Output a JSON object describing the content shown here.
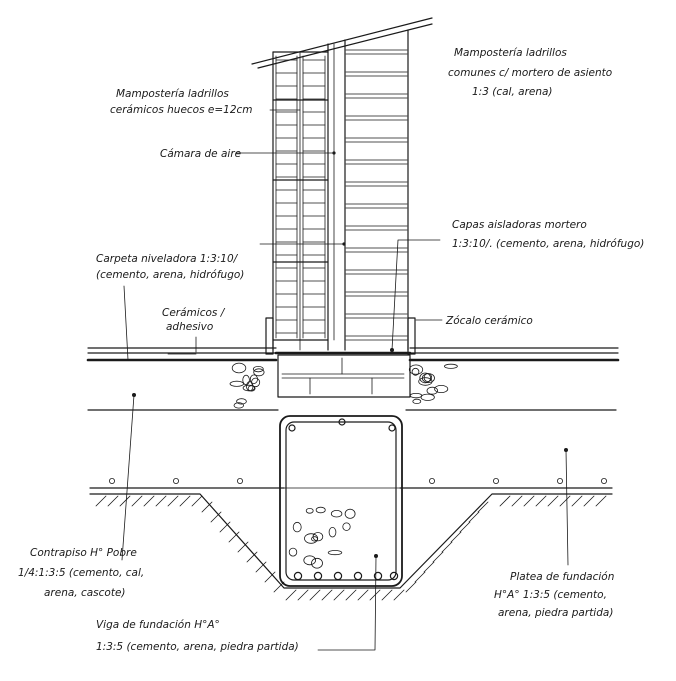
{
  "labels": {
    "mamposteria_comunes": [
      "Mampostería ladrillos",
      "comunes c/ mortero de asiento",
      "1:3 (cal, arena)"
    ],
    "mamposteria_huecos": [
      "Mampostería ladrillos",
      "cerámicos huecos e=12cm"
    ],
    "camara_aire": [
      "Cámara de aire"
    ],
    "capas_aisladoras": [
      "Capas aisladoras mortero",
      "1:3:10/. (cemento, arena, hidrófugo)"
    ],
    "carpeta": [
      "Carpeta niveladora 1:3:10/",
      "(cemento, arena, hidrófugo)"
    ],
    "ceramicos": [
      "Cerámicos /",
      "adhesivo"
    ],
    "zocalo": [
      "Zócalo cerámico"
    ],
    "contrapiso": [
      "Contrapiso H° Pobre",
      "1/4:1:3:5 (cemento, cal,",
      "arena, cascote)"
    ],
    "platea": [
      "Platea de fundación",
      "H°A° 1:3:5 (cemento,",
      "arena, piedra partida)"
    ],
    "viga": [
      "Viga de fundación H°A°",
      "1:3:5 (cemento, arena, piedra partida)"
    ]
  }
}
